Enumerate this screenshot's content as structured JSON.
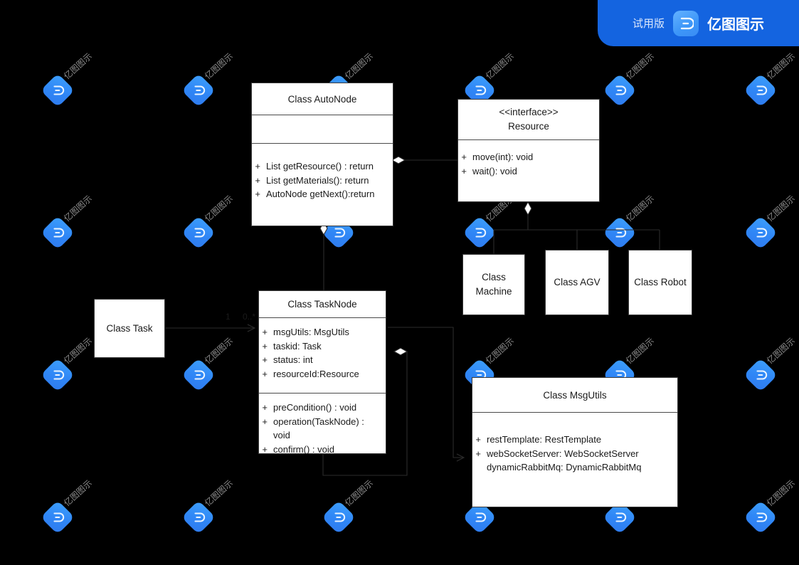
{
  "badge": {
    "trial_label": "试用版",
    "app_name": "亿图图示",
    "logo_icon": "edraw-logo-icon",
    "bg_color": "#1464e0"
  },
  "watermark": {
    "text": "亿图图示",
    "logo_icon": "edraw-logo-icon",
    "color": "#8a8a8a"
  },
  "diagram": {
    "type": "uml-class-diagram",
    "background_color": "#000000",
    "box_fill": "#ffffff",
    "box_stroke": "#3a3a3a",
    "classes": [
      {
        "id": "autonode",
        "name": "Class AutoNode",
        "stereotype": "",
        "attributes": [],
        "methods": [
          {
            "vis": "+",
            "text": "List getResource() : return"
          },
          {
            "vis": "+",
            "text": "List getMaterials(): return"
          },
          {
            "vis": "+",
            "text": "AutoNode getNext():return"
          }
        ]
      },
      {
        "id": "resource",
        "name": "Resource",
        "stereotype": "<<interface>>",
        "methods": [
          {
            "vis": "+",
            "text": "move(int): void"
          },
          {
            "vis": "+",
            "text": "wait(): void"
          }
        ]
      },
      {
        "id": "machine",
        "name": "Class\nMachine",
        "name_line1": "Class",
        "name_line2": "Machine"
      },
      {
        "id": "agv",
        "name": "Class AGV"
      },
      {
        "id": "robot",
        "name": "Class Robot"
      },
      {
        "id": "task",
        "name": "Class Task"
      },
      {
        "id": "tasknode",
        "name": "Class TaskNode",
        "attributes": [
          {
            "vis": "+",
            "text": "msgUtils: MsgUtils"
          },
          {
            "vis": "+",
            "text": "taskid: Task"
          },
          {
            "vis": "+",
            "text": "status: int"
          },
          {
            "vis": "+",
            "text": "resourceId:Resource"
          }
        ],
        "methods": [
          {
            "vis": "+",
            "text": "preCondition() : void"
          },
          {
            "vis": "+",
            "text": "operation(TaskNode) : void"
          },
          {
            "vis": "+",
            "text": "confirm() : void"
          }
        ]
      },
      {
        "id": "msgutils",
        "name": "Class MsgUtils",
        "attributes": [
          {
            "vis": "+",
            "text": "restTemplate: RestTemplate"
          },
          {
            "vis": "+",
            "text": "webSocketServer: WebSocketServer"
          },
          {
            "vis": "",
            "text": "dynamicRabbitMq: DynamicRabbitMq"
          }
        ]
      }
    ],
    "multiplicities": [
      {
        "id": "task-one",
        "label": "1"
      },
      {
        "id": "tasknode-many",
        "label": "0..*"
      }
    ],
    "relationships": [
      {
        "from": "autonode",
        "to": "resource",
        "type": "aggregation"
      },
      {
        "from": "autonode",
        "to": "tasknode",
        "type": "aggregation"
      },
      {
        "from": "resource",
        "to": "machine",
        "type": "aggregation"
      },
      {
        "from": "resource",
        "to": "agv",
        "type": "aggregation"
      },
      {
        "from": "resource",
        "to": "robot",
        "type": "aggregation"
      },
      {
        "from": "task",
        "to": "tasknode",
        "type": "association"
      },
      {
        "from": "tasknode",
        "to": "tasknode",
        "type": "aggregation"
      },
      {
        "from": "tasknode",
        "to": "msgutils",
        "type": "association"
      }
    ]
  }
}
